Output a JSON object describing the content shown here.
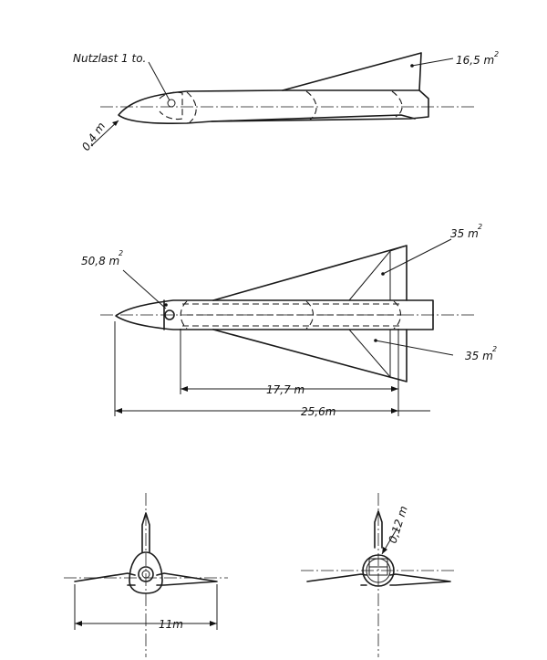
{
  "side_view": {
    "payload_label": "Nutzlast  1 to.",
    "nose_dim": "0,4 m",
    "fin_area": "16,5 m",
    "fin_area_exp": "2"
  },
  "top_view": {
    "canard_area": "50,8 m",
    "canard_area_exp": "2",
    "wing_upper_area": "35 m",
    "wing_upper_area_exp": "2",
    "wing_lower_area": "35 m",
    "wing_lower_area_exp": "2",
    "dim_body": "17,7 m",
    "dim_total": "25,6m"
  },
  "front_view": {
    "span_dim": "11m"
  },
  "rear_view": {
    "tank_dim": "0,12 m"
  }
}
